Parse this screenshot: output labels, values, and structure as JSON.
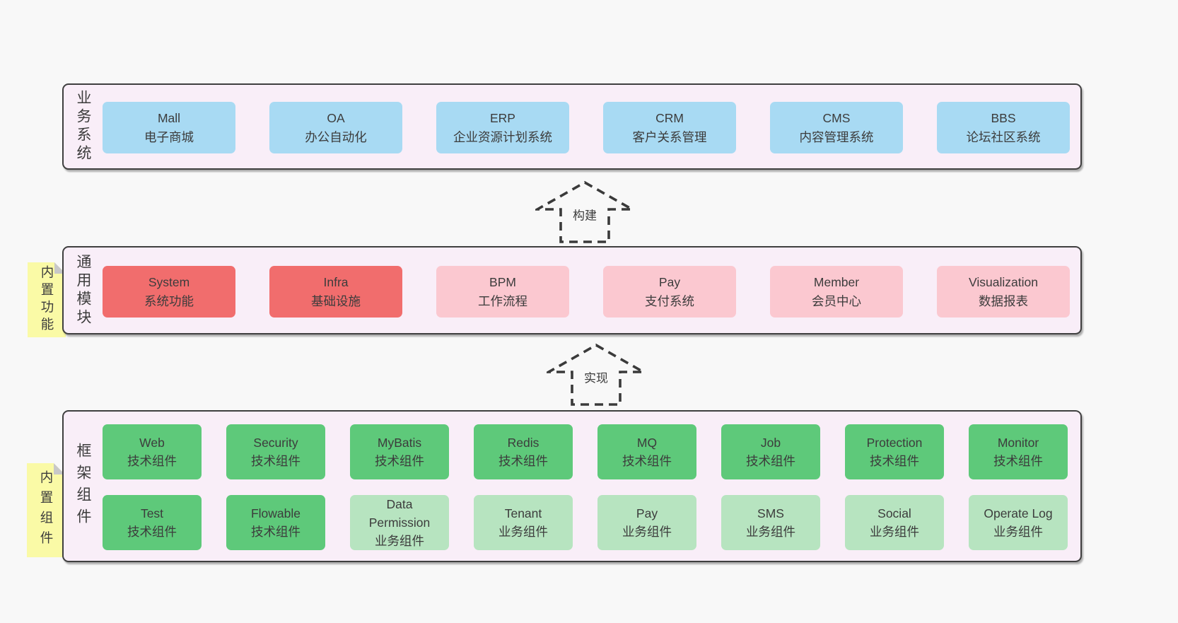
{
  "page": {
    "background": "#f8f8f8"
  },
  "colors": {
    "page_bg": "#f8f8f8",
    "container_bg": "#f9eef8",
    "container_border": "#3f3f3f",
    "blue": "#a8daf3",
    "red": "#f16d6d",
    "pink": "#fbc8d0",
    "green_dark": "#5ec97a",
    "green_light": "#b7e4c0",
    "sticky_yellow": "#fafaa6",
    "text": "#3c3c3c"
  },
  "arrows": [
    {
      "label": "构建"
    },
    {
      "label": "实现"
    }
  ],
  "layers": [
    {
      "title": "业务系统",
      "sticky": "",
      "rows": [
        [
          {
            "name": "Mall",
            "desc": "电子商城",
            "color": "blue"
          },
          {
            "name": "OA",
            "desc": "办公自动化",
            "color": "blue"
          },
          {
            "name": "ERP",
            "desc": "企业资源计划系统",
            "color": "blue"
          },
          {
            "name": "CRM",
            "desc": "客户关系管理",
            "color": "blue"
          },
          {
            "name": "CMS",
            "desc": "内容管理系统",
            "color": "blue"
          },
          {
            "name": "BBS",
            "desc": "论坛社区系统",
            "color": "blue"
          }
        ]
      ]
    },
    {
      "title": "通用模块",
      "sticky": "内置功能",
      "rows": [
        [
          {
            "name": "System",
            "desc": "系统功能",
            "color": "red"
          },
          {
            "name": "Infra",
            "desc": "基础设施",
            "color": "red"
          },
          {
            "name": "BPM",
            "desc": "工作流程",
            "color": "pink"
          },
          {
            "name": "Pay",
            "desc": "支付系统",
            "color": "pink"
          },
          {
            "name": "Member",
            "desc": "会员中心",
            "color": "pink"
          },
          {
            "name": "Visualization",
            "desc": "数据报表",
            "color": "pink"
          }
        ]
      ]
    },
    {
      "title": "框架组件",
      "sticky": "内置组件",
      "rows": [
        [
          {
            "name": "Web",
            "desc": "技术组件",
            "color": "green"
          },
          {
            "name": "Security",
            "desc": "技术组件",
            "color": "green"
          },
          {
            "name": "MyBatis",
            "desc": "技术组件",
            "color": "green"
          },
          {
            "name": "Redis",
            "desc": "技术组件",
            "color": "green"
          },
          {
            "name": "MQ",
            "desc": "技术组件",
            "color": "green"
          },
          {
            "name": "Job",
            "desc": "技术组件",
            "color": "green"
          },
          {
            "name": "Protection",
            "desc": "技术组件",
            "color": "green"
          },
          {
            "name": "Monitor",
            "desc": "技术组件",
            "color": "green"
          }
        ],
        [
          {
            "name": "Test",
            "desc": "技术组件",
            "color": "green"
          },
          {
            "name": "Flowable",
            "desc": "技术组件",
            "color": "green"
          },
          {
            "name": "Data Permission",
            "desc": "业务组件",
            "color": "greenlight"
          },
          {
            "name": "Tenant",
            "desc": "业务组件",
            "color": "greenlight"
          },
          {
            "name": "Pay",
            "desc": "业务组件",
            "color": "greenlight"
          },
          {
            "name": "SMS",
            "desc": "业务组件",
            "color": "greenlight"
          },
          {
            "name": "Social",
            "desc": "业务组件",
            "color": "greenlight"
          },
          {
            "name": "Operate Log",
            "desc": "业务组件",
            "color": "greenlight"
          }
        ]
      ]
    }
  ]
}
